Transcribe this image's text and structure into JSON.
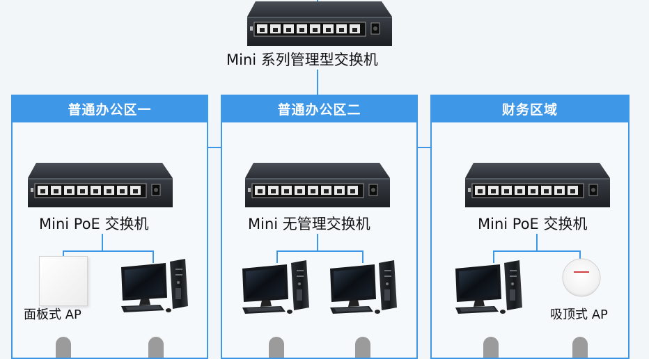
{
  "core_switch": {
    "label": "Mini 系列管理型交换机",
    "icon": "managed-switch"
  },
  "zones": [
    {
      "title": "普通办公区一",
      "switch": {
        "label": "Mini PoE 交换机",
        "icon": "poe-switch"
      },
      "devices": [
        {
          "type": "panel-ap",
          "label": "面板式 AP"
        },
        {
          "type": "desktop-computer",
          "label": ""
        }
      ]
    },
    {
      "title": "普通办公区二",
      "switch": {
        "label": "Mini 无管理交换机",
        "icon": "unmanaged-switch"
      },
      "devices": [
        {
          "type": "desktop-computer",
          "label": ""
        },
        {
          "type": "desktop-computer",
          "label": ""
        }
      ]
    },
    {
      "title": "财务区域",
      "switch": {
        "label": "Mini PoE 交换机",
        "icon": "poe-switch"
      },
      "devices": [
        {
          "type": "desktop-computer",
          "label": ""
        },
        {
          "type": "ceiling-ap",
          "label": "吸顶式 AP"
        }
      ]
    }
  ],
  "colors": {
    "accent": "#3f97e8",
    "line": "#3e97e6",
    "background": "#f3f6f9"
  }
}
